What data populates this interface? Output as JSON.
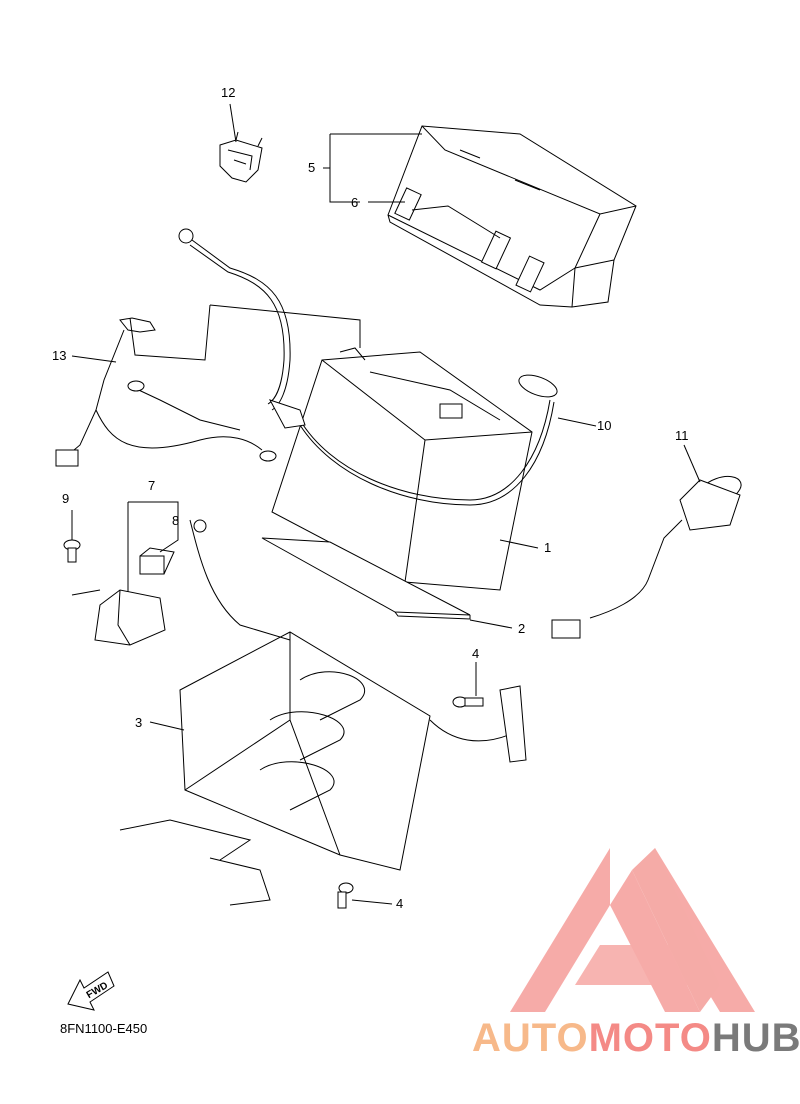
{
  "diagram": {
    "code": "8FN1100-E450",
    "fwd_label": "FWD",
    "part_labels": [
      "1",
      "2",
      "3",
      "4",
      "4",
      "5",
      "6",
      "7",
      "8",
      "9",
      "10",
      "11",
      "12",
      "13"
    ]
  },
  "watermark": {
    "brand_part_1": "AUTO",
    "brand_part_2": "MOTO",
    "brand_part_3": "HUB",
    "colors": {
      "auto": "#f7b98a",
      "moto": "#f48a86",
      "hub": "#7a7a7a",
      "logo": "#f4908c"
    }
  }
}
